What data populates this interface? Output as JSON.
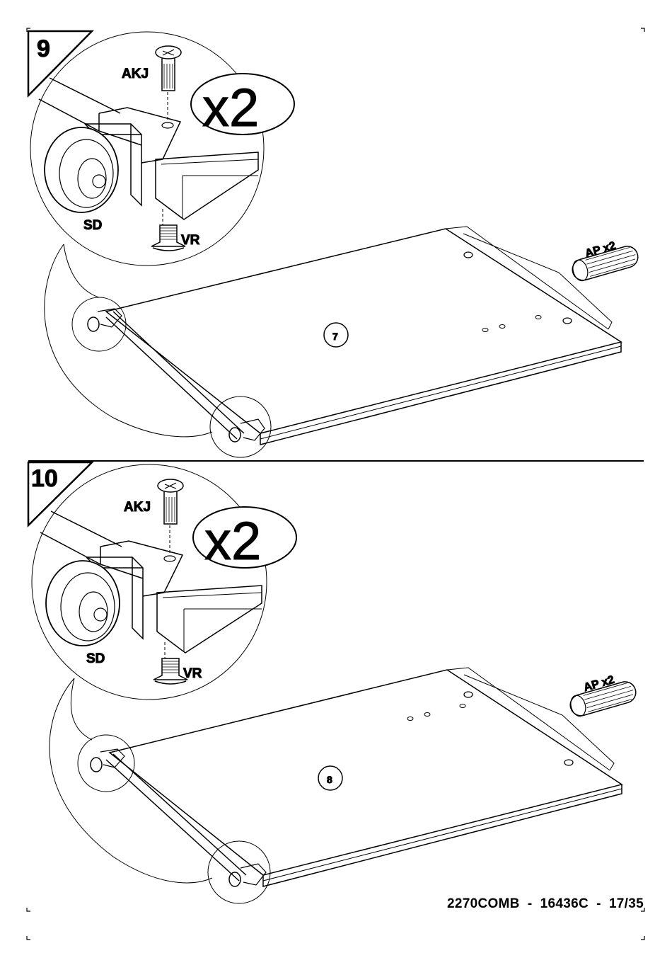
{
  "steps": [
    {
      "number": "9",
      "multiplier": "x2",
      "parts": {
        "screw_top": "AKJ",
        "wheel": "SD",
        "screw_bottom": "VR",
        "dowel": "AP x2"
      },
      "panel_number": "7"
    },
    {
      "number": "10",
      "multiplier": "x2",
      "parts": {
        "screw_top": "AKJ",
        "wheel": "SD",
        "screw_bottom": "VR",
        "dowel": "AP x2"
      },
      "panel_number": "8"
    }
  ],
  "footer": {
    "reference": "2270COMB  -  16436C  -  17/35"
  }
}
